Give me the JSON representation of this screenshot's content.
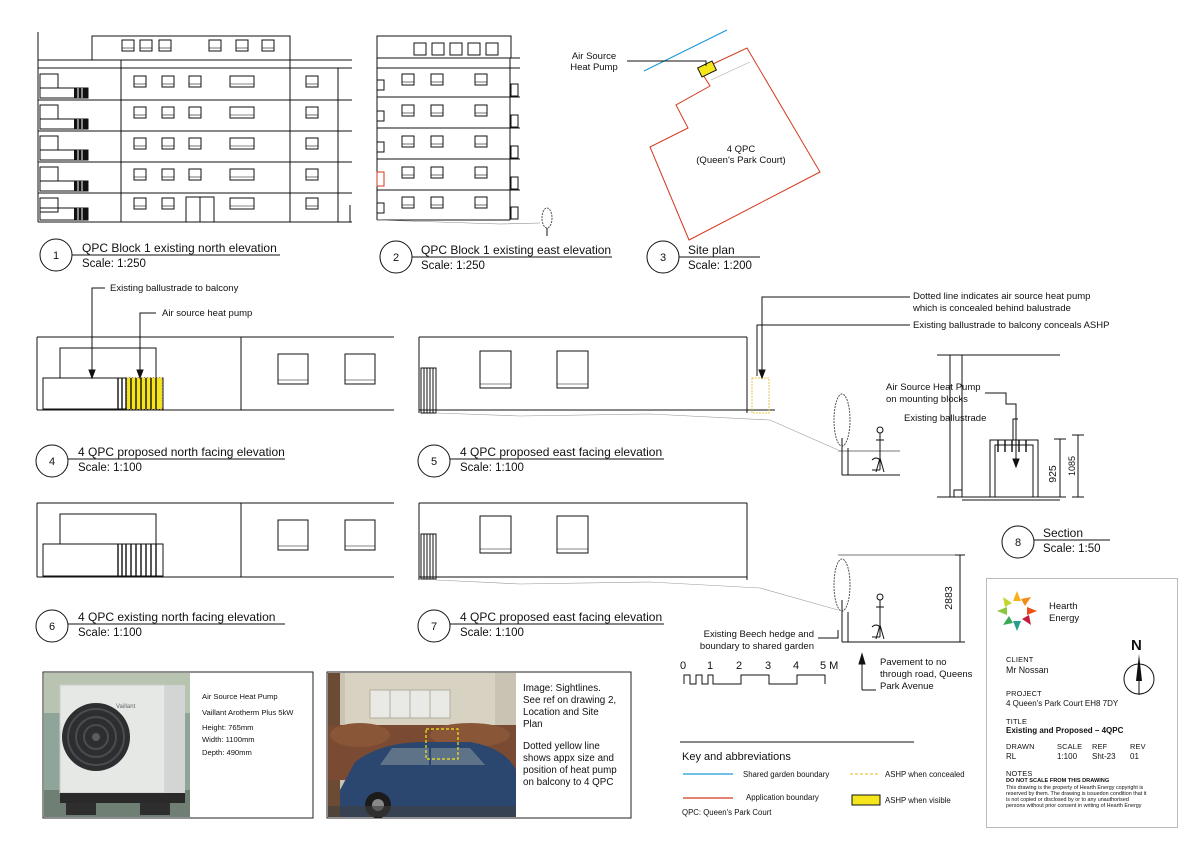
{
  "drawings": [
    {
      "num": "1",
      "title": "QPC Block 1 existing north elevation",
      "scale": "Scale: 1:250"
    },
    {
      "num": "2",
      "title": "QPC Block 1 existing east elevation",
      "scale": "Scale: 1:250"
    },
    {
      "num": "3",
      "title": "Site plan",
      "scale": "Scale: 1:200"
    },
    {
      "num": "4",
      "title": "4 QPC proposed north facing elevation",
      "scale": "Scale: 1:100"
    },
    {
      "num": "5",
      "title": "4 QPC proposed east facing elevation",
      "scale": "Scale: 1:100"
    },
    {
      "num": "6",
      "title": "4 QPC existing north facing elevation",
      "scale": "Scale: 1:100"
    },
    {
      "num": "7",
      "title": "4 QPC proposed east facing elevation",
      "scale": "Scale: 1:100"
    },
    {
      "num": "8",
      "title": "Section",
      "scale": "Scale: 1:50"
    }
  ],
  "annotations": {
    "site_ashp_1": "Air Source",
    "site_ashp_2": "Heat Pump",
    "site_label_1": "4 QPC",
    "site_label_2": "(Queen's Park Court)",
    "ballustrade_4": "Existing ballustrade to balcony",
    "ashp_4": "Air source heat pump",
    "dotted_1": "Dotted line indicates air source heat pump",
    "dotted_2": "which is concealed behind balustrade",
    "conceals": "Existing ballustrade to balcony conceals ASHP",
    "section_ashp_1": "Air Source Heat Pump",
    "section_ashp_2": "on mounting blocks",
    "section_ballustrade": "Existing ballustrade",
    "dim_925": "925",
    "dim_1085": "1085",
    "dim_2883": "2883",
    "hedge_1": "Existing Beech hedge and",
    "hedge_2": "boundary to shared garden",
    "pavement_1": "Pavement to no",
    "pavement_2": "through road, Queens",
    "pavement_3": "Park Avenue"
  },
  "scale_bar": [
    "0",
    "1",
    "2",
    "3",
    "4",
    "5 M"
  ],
  "product": {
    "name": "Air Source Heat Pump",
    "model": "Vaillant Arotherm Plus 5kW",
    "height": "Height: 765mm",
    "width": "Width: 1100mm",
    "depth": "Depth: 490mm",
    "brand_on_unit": "Vaillant"
  },
  "sightline": {
    "line1": "Image: Sightlines.",
    "line2": "See ref on drawing 2,",
    "line3": "Location and Site",
    "line4": "Plan",
    "line5": "Dotted yellow line",
    "line6": "shows appx size and",
    "line7": "position of heat pump",
    "line8": "on balcony to 4 QPC"
  },
  "key": {
    "title": "Key and abbreviations",
    "shared": "Shared garden boundary",
    "application": "Application boundary",
    "concealed": "ASHP when concealed",
    "visible": "ASHP when visible",
    "qpc": "QPC: Queen's Park Court"
  },
  "title_block": {
    "company_1": "Hearth",
    "company_2": "Energy",
    "north": "N",
    "client_k": "CLIENT",
    "client_v": "Mr Nossan",
    "project_k": "PROJECT",
    "project_v": "4 Queen's Park Court EH8 7DY",
    "title_k": "TITLE",
    "title_v": "Existing and Proposed – 4QPC",
    "drawn_k": "DRAWN",
    "drawn_v": "RL",
    "scale_k": "SCALE",
    "scale_v": "1:100",
    "ref_k": "REF",
    "ref_v": "Sht-23",
    "rev_k": "REV",
    "rev_v": "01",
    "notes_k": "NOTES",
    "notes_h": "DO NOT SCALE FROM THIS DRAWING",
    "notes_1": "This drawing is the property of Hearth Energy copyright is",
    "notes_2": "reserved by them. The drawing is issuedon condition that it",
    "notes_3": "is not copied or disclosed by or to any unauthorised",
    "notes_4": "persons without prior consent in writing of Hearth Energy"
  },
  "colors": {
    "shared_boundary": "#1a9bd6",
    "application_boundary": "#d23a1e",
    "ashp_visible": "#f4e61a",
    "ashp_concealed": "#e8c84a"
  }
}
